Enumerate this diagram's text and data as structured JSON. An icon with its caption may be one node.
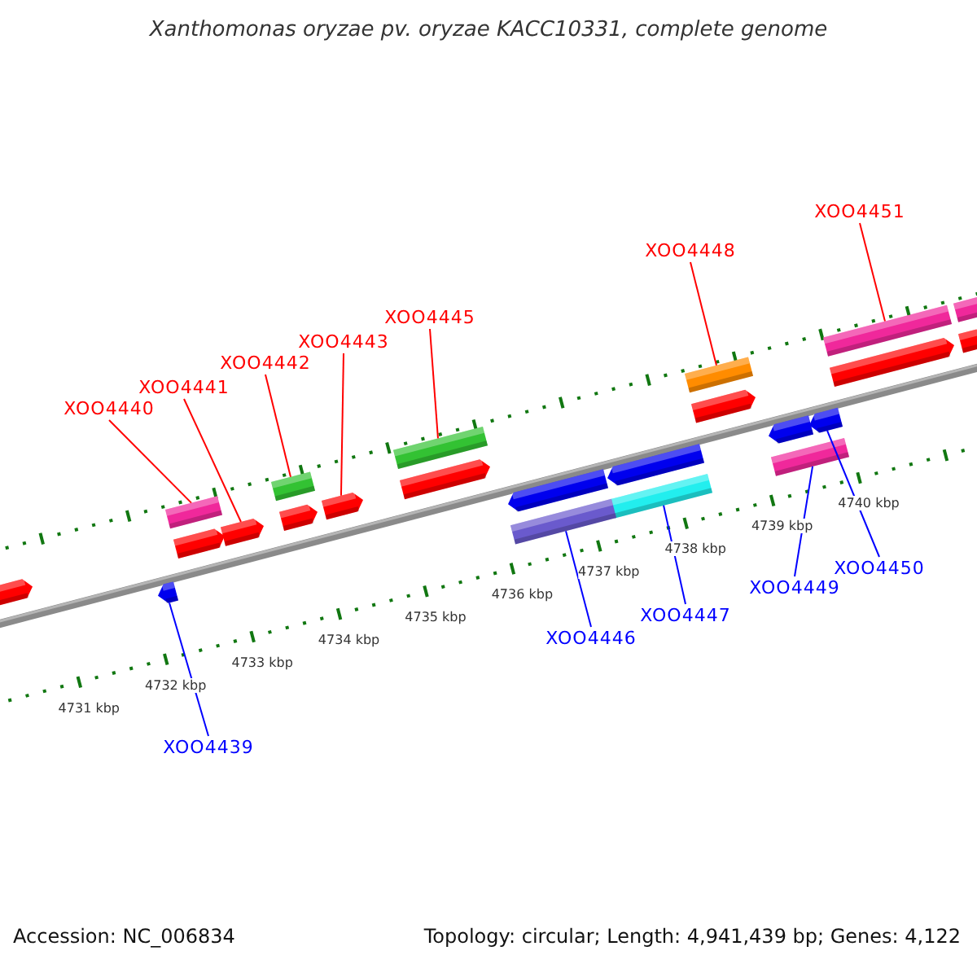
{
  "diagram": {
    "title": "Xanthomonas oryzae pv. oryzae KACC10331, complete genome",
    "nodes": [
      {
        "text": [
          "XOO4451"
        ]
      },
      {
        "text": [
          "XOO4448"
        ]
      },
      {
        "text": [
          "XOO4445"
        ]
      },
      {
        "text": [
          "XOO4443"
        ]
      },
      {
        "text": [
          "XOO4442"
        ]
      },
      {
        "text": [
          "XOO4441"
        ]
      },
      {
        "text": [
          "XOO4440"
        ]
      },
      {
        "text": [
          "XOO4450"
        ]
      },
      {
        "text": [
          "XOO4449"
        ]
      },
      {
        "text": [
          "XOO4447"
        ]
      },
      {
        "text": [
          "XOO4446"
        ]
      },
      {
        "text": [
          "XOO4439"
        ]
      },
      {
        "text": [],
        "shape": "bar"
      },
      {
        "text": [],
        "shape": "bar"
      },
      {
        "text": [],
        "shape": "bar"
      },
      {
        "text": [],
        "shape": "arrow"
      },
      {
        "text": [],
        "shape": "bar"
      },
      {
        "text": [],
        "shape": "arrow"
      },
      {
        "text": [],
        "shape": "bar"
      },
      {
        "text": [],
        "shape": "arrow"
      },
      {
        "text": [],
        "shape": "bar"
      },
      {
        "text": [],
        "shape": "bar"
      },
      {
        "text": [],
        "shape": "bar"
      },
      {
        "text": [],
        "shape": "arrow"
      },
      {
        "text": [],
        "shape": "arrow"
      },
      {
        "text": [],
        "shape": "arrow"
      },
      {
        "text": [],
        "shape": "arrow"
      },
      {
        "text": [],
        "shape": "arrow"
      },
      {
        "text": [],
        "shape": "arrow"
      },
      {
        "text": [],
        "shape": "arrow"
      },
      {
        "text": [],
        "shape": "arrow"
      },
      {
        "text": [],
        "shape": "bar"
      },
      {
        "text": [],
        "shape": "arrow"
      },
      {
        "text": [],
        "shape": "arrow"
      },
      {
        "text": [],
        "shape": "arrow"
      }
    ],
    "edges": [
      {
        "from": 0,
        "to": 12,
        "arrow": "none"
      },
      {
        "from": 1,
        "to": 13,
        "arrow": "none"
      },
      {
        "from": 2,
        "to": 14,
        "arrow": "none"
      },
      {
        "from": 3,
        "to": 15,
        "arrow": "none"
      },
      {
        "from": 4,
        "to": 16,
        "arrow": "none"
      },
      {
        "from": 5,
        "to": 17,
        "arrow": "none"
      },
      {
        "from": 6,
        "to": 18,
        "arrow": "none"
      },
      {
        "from": 7,
        "to": 19,
        "arrow": "none",
        "color": "#0000ff"
      },
      {
        "from": 8,
        "to": 20,
        "arrow": "none",
        "color": "#0000ff"
      },
      {
        "from": 9,
        "to": 21,
        "arrow": "none",
        "color": "#0000ff"
      },
      {
        "from": 10,
        "to": 22,
        "arrow": "none",
        "color": "#0000ff"
      },
      {
        "from": 11,
        "to": 23,
        "arrow": "none",
        "color": "#0000ff"
      }
    ],
    "labels": [
      "4731 kbp",
      "4732 kbp",
      "4733 kbp",
      "4734 kbp",
      "4735 kbp",
      "4736 kbp",
      "4737 kbp",
      "4738 kbp",
      "4739 kbp",
      "4740 kbp",
      "Accession: NC_006834",
      "Topology: circular; Length: 4,941,439 bp; Genes: 4,122"
    ]
  }
}
